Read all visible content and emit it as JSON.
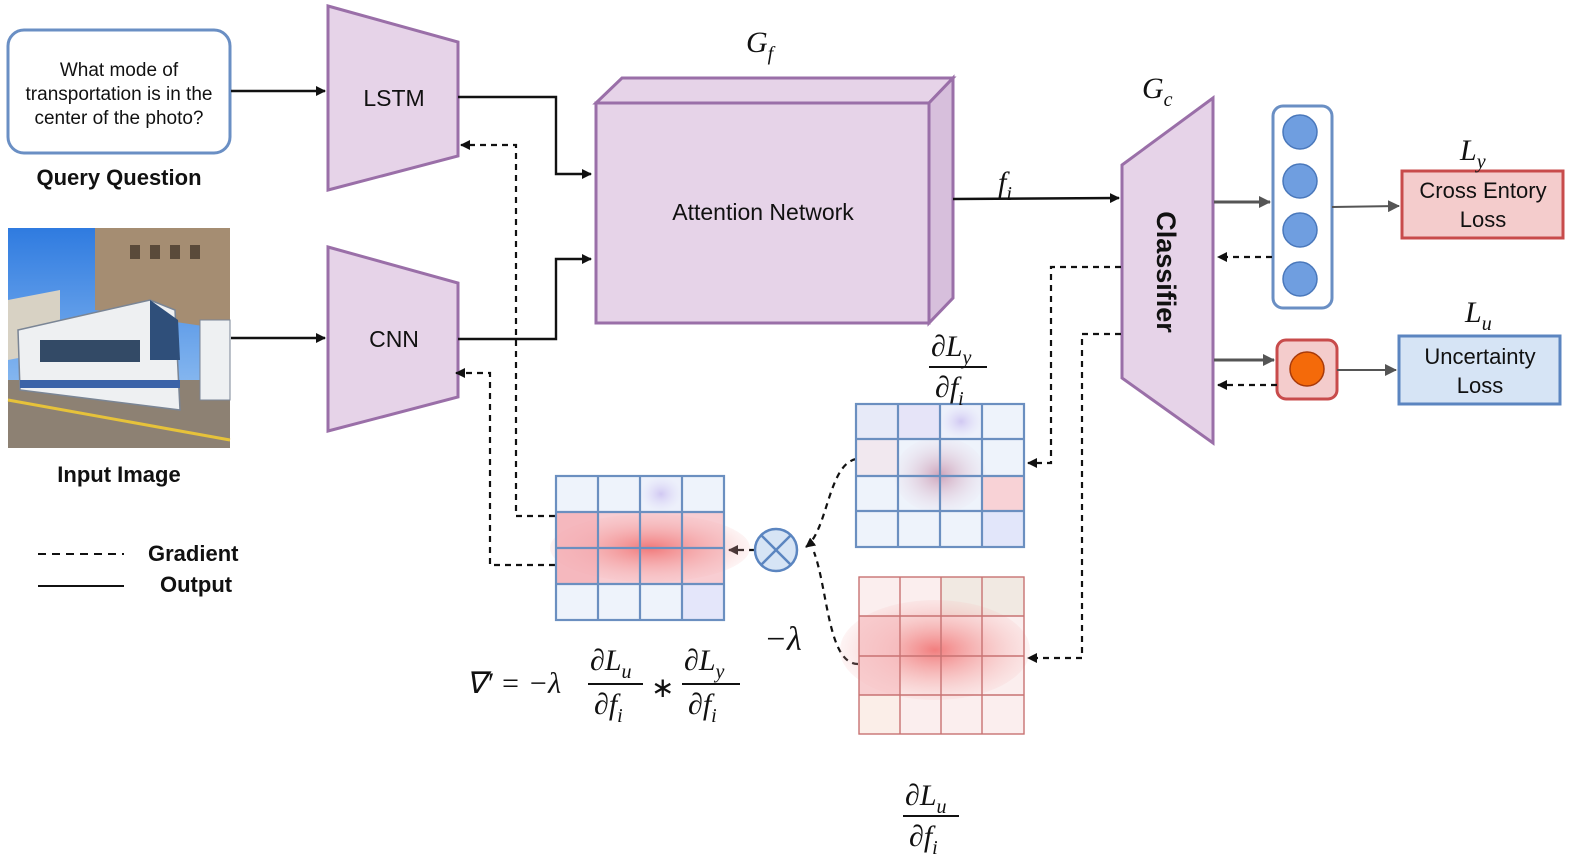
{
  "query": {
    "lines": [
      "What mode of",
      "transportation is in the",
      "center of the photo?"
    ],
    "caption": "Query Question"
  },
  "input_image": {
    "caption": "Input Image"
  },
  "lstm_label": "LSTM",
  "cnn_label": "CNN",
  "attention": {
    "label": "Attention Network",
    "symbol_main": "G",
    "symbol_sub": "f"
  },
  "feature": {
    "main": "f",
    "sub": "i"
  },
  "classifier": {
    "label": "Classifier",
    "symbol_main": "G",
    "symbol_sub": "c"
  },
  "losses": {
    "ce": {
      "symbol_main": "L",
      "symbol_sub": "y",
      "line1": "Cross Entory",
      "line2": "Loss"
    },
    "unc": {
      "symbol_main": "L",
      "symbol_sub": "u",
      "line1": "Uncertainty",
      "line2": "Loss"
    }
  },
  "legend": {
    "gradient": "Gradient",
    "output": "Output"
  },
  "grad_y": {
    "num_main": "∂L",
    "num_sub": "y",
    "den_main": "∂f",
    "den_sub": "i"
  },
  "grad_u": {
    "num_main": "∂L",
    "num_sub": "u",
    "den_main": "∂f",
    "den_sub": "i"
  },
  "lambda_label": "−λ",
  "formula": {
    "lhs": "∇′ = −λ",
    "t1_num_main": "∂L",
    "t1_num_sub": "u",
    "t1_den_main": "∂f",
    "t1_den_sub": "i",
    "op": "∗",
    "t2_num_main": "∂L",
    "t2_num_sub": "y",
    "t2_den_main": "∂f",
    "t2_den_sub": "i"
  },
  "colors": {
    "module_fill": "#e6d3e8",
    "module_stroke": "#9a6fa8",
    "query_stroke": "#6a8fc4",
    "grid_stroke": "#6b8fc0",
    "ce_fill": "#f4cccc",
    "ce_stroke": "#c84b4b",
    "unc_fill": "#d6e4f5",
    "unc_stroke": "#5b85c0",
    "node_blue": "#6f9ee0",
    "node_orange": "#f46a0a"
  },
  "icons": [
    "multiply-circle-icon"
  ]
}
